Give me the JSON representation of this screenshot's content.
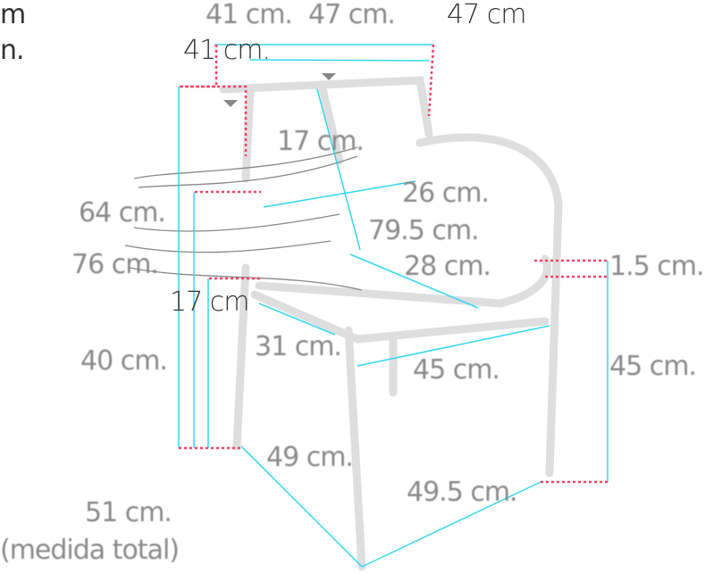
{
  "colors": {
    "dimension_line": "#33d6f0",
    "dotted_line": "#ff4060",
    "chair_outline": "#dedede",
    "text": "#8a8a8a"
  },
  "labels": {
    "top_width_a": "47 cm.",
    "top_width_b": "47 cm",
    "top_depth_a": "41 cm.",
    "top_depth_b": "41 cm.",
    "top_left_fragment_a": "m",
    "top_left_fragment_b": "n.",
    "back_detail": "17 cm.",
    "back_height": "64 cm.",
    "total_height": "76 cm.",
    "back_gap": "17 cm",
    "slat_a": "26 cm.",
    "back_diag": "79.5 cm.",
    "slat_b": "28 cm.",
    "arm_thickness": "1.5 cm.",
    "seat_height_left": "40 cm.",
    "seat_depth": "31 cm.",
    "seat_width": "45 cm.",
    "arm_height": "45 cm.",
    "base_depth": "49 cm.",
    "base_width": "49.5 cm.",
    "overall": "51 cm.",
    "overall_note": "(medida total)"
  }
}
